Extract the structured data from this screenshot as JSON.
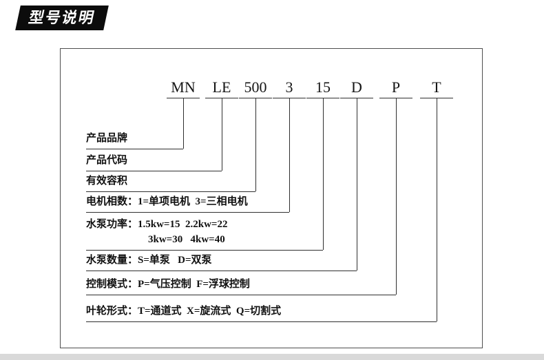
{
  "header": {
    "title": "型号说明"
  },
  "diagram": {
    "code_segments": [
      "MN",
      "LE",
      "500",
      "3",
      "15",
      "D",
      "P",
      "T"
    ],
    "labels": {
      "brand": "产品品牌",
      "product_code": "产品代码",
      "volume": "有效容积",
      "motor_phase": "电机相数：1=单项电机  3=三相电机",
      "pump_power_line1": "水泵功率：1.5kw=15  2.2kw=22",
      "pump_power_line2": "3kw=30   4kw=40",
      "pump_count": "水泵数量：S=单泵   D=双泵",
      "control_mode": "控制模式：P=气压控制  F=浮球控制",
      "impeller_type": "叶轮形式：T=通道式  X=旋流式  Q=切割式"
    }
  },
  "colors": {
    "badge_background": "#0c0c0c",
    "badge_text": "#ffffff",
    "line": "#2e2e2e",
    "box_border": "#4d4d4d",
    "bottom_strip": "#d9d9d9"
  }
}
